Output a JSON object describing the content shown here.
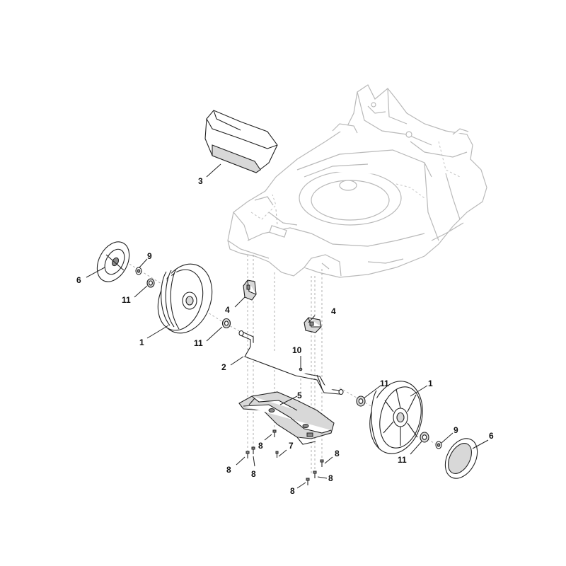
{
  "callouts": [
    {
      "id": "c3",
      "text": "3"
    },
    {
      "id": "c9a",
      "text": "9"
    },
    {
      "id": "c6a",
      "text": "6"
    },
    {
      "id": "c11a",
      "text": "11"
    },
    {
      "id": "c4a",
      "text": "4"
    },
    {
      "id": "c1a",
      "text": "1"
    },
    {
      "id": "c11b",
      "text": "11"
    },
    {
      "id": "c4b",
      "text": "4"
    },
    {
      "id": "c10",
      "text": "10"
    },
    {
      "id": "c2",
      "text": "2"
    },
    {
      "id": "c5",
      "text": "5"
    },
    {
      "id": "c11c",
      "text": "11"
    },
    {
      "id": "c1b",
      "text": "1"
    },
    {
      "id": "c9b",
      "text": "9"
    },
    {
      "id": "c6b",
      "text": "6"
    },
    {
      "id": "c11d",
      "text": "11"
    },
    {
      "id": "c8a",
      "text": "8"
    },
    {
      "id": "c7",
      "text": "7"
    },
    {
      "id": "c8b",
      "text": "8"
    },
    {
      "id": "c8c",
      "text": "8"
    },
    {
      "id": "c8d",
      "text": "8"
    },
    {
      "id": "c8e",
      "text": "8"
    },
    {
      "id": "c8f",
      "text": "8"
    }
  ]
}
